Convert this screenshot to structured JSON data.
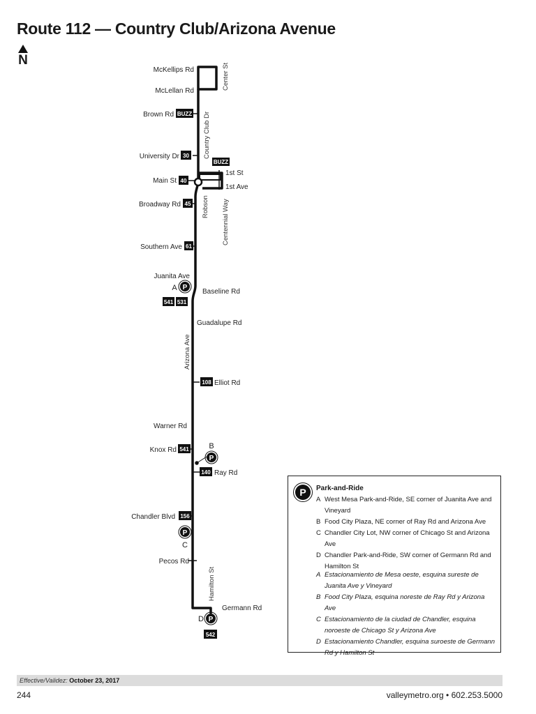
{
  "title": "Route 112 — Country Club/Arizona Avenue",
  "north": "N",
  "stops_left": [
    {
      "name": "McKellips Rd"
    },
    {
      "name": "McLellan Rd"
    },
    {
      "name": "Brown Rd",
      "connection": "BUZZ"
    },
    {
      "name": "University Dr",
      "connection": "30"
    },
    {
      "name": "Main St",
      "connection": "40"
    },
    {
      "name": "Broadway Rd",
      "connection": "45"
    },
    {
      "name": "Southern Ave",
      "connection": "61"
    },
    {
      "name": "Juanita Ave",
      "connections": [
        "541",
        "531"
      ],
      "park_ride": "A"
    },
    {
      "name": "Warner Rd"
    },
    {
      "name": "Knox Rd",
      "connection": "541"
    },
    {
      "name": "Chandler Blvd",
      "connection": "156",
      "park_ride": "C"
    },
    {
      "name": "Pecos Rd"
    }
  ],
  "stops_right": [
    {
      "name": "1st St"
    },
    {
      "name": "1st Ave"
    },
    {
      "name": "Baseline Rd"
    },
    {
      "name": "Guadalupe Rd"
    },
    {
      "name": "Elliot Rd",
      "connection": "108"
    },
    {
      "name": "Ray Rd",
      "connection": "140",
      "park_ride": "B"
    },
    {
      "name": "Germann Rd",
      "connection": "542",
      "park_ride": "D"
    }
  ],
  "street_labels": {
    "center": "Center St",
    "country_club": "Country Club Dr",
    "robson": "Robson",
    "centennial": "Centennial Way",
    "arizona": "Arizona Ave",
    "hamilton": "Hamilton St"
  },
  "downtown_connection": "BUZZ",
  "park_ride_letters": {
    "a": "A",
    "b": "B",
    "c": "C",
    "d": "D"
  },
  "legend": {
    "icon": "P",
    "title": "Park-and-Ride",
    "items_en": [
      {
        "key": "A",
        "text": "West Mesa Park-and-Ride, SE corner of Juanita Ave and Vineyard"
      },
      {
        "key": "B",
        "text": "Food City Plaza, NE corner of Ray Rd and Arizona Ave"
      },
      {
        "key": "C",
        "text": "Chandler City Lot, NW corner of Chicago St and Arizona Ave"
      },
      {
        "key": "D",
        "text": "Chandler Park-and-Ride, SW corner of Germann Rd and Hamilton St"
      }
    ],
    "items_es": [
      {
        "key": "A",
        "text": "Estacionamiento de Mesa oeste, esquina sureste de Juanita Ave y Vineyard"
      },
      {
        "key": "B",
        "text": "Food City Plaza, esquina noreste de Ray Rd y Arizona Ave"
      },
      {
        "key": "C",
        "text": "Estacionamiento de la ciudad de Chandler, esquina noroeste de Chicago St y Arizona Ave"
      },
      {
        "key": "D",
        "text": "Estacionamiento Chandler, esquina suroeste de Germann Rd y Hamilton St"
      }
    ]
  },
  "footer": {
    "effective_label": "Effective/Validez:",
    "effective_date": "October 23, 2017",
    "page_number": "244",
    "contact": "valleymetro.org • 602.253.5000"
  }
}
